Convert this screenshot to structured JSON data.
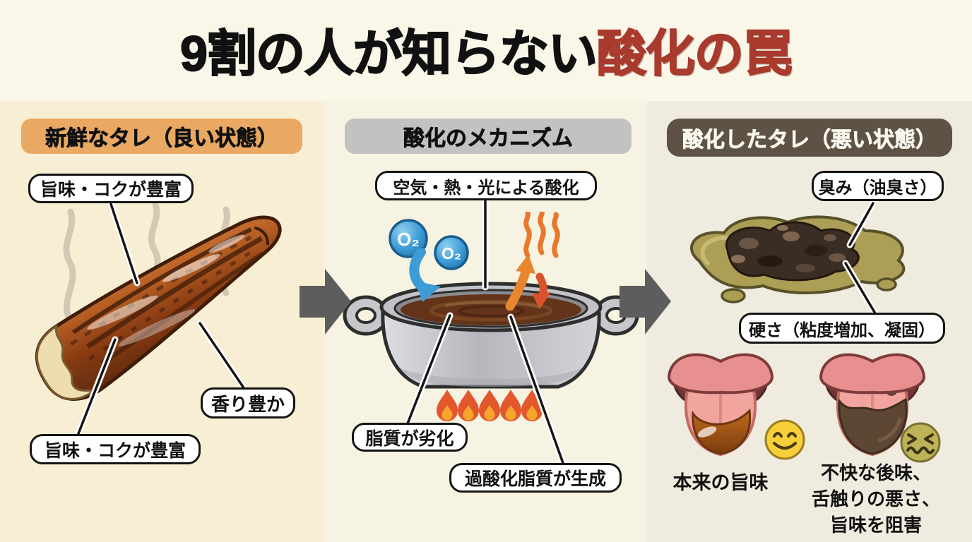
{
  "title": {
    "prefix_black": "9割の人が知らない",
    "highlight_red": "酸化の罠"
  },
  "colors": {
    "poster-bg": "#faf6e8",
    "panel-fresh-bg": "#f8eed3",
    "panel-mech-bg": "#f7f3e2",
    "panel-oxidized-bg": "#efebde",
    "title-red": "#a93a2e",
    "header-fresh-bg": "#e9a963",
    "header-mech-bg": "#c2c2c0",
    "header-oxidized-bg": "#5e5244",
    "arrow-gray": "#5d5d5d",
    "o2-blue": "#3d9bd6",
    "flame-orange": "#e2582c",
    "flame-inner": "#f7a42c",
    "heat-orange": "#e8782c"
  },
  "panel_fresh": {
    "header": "新鮮なタレ（良い状態）",
    "callout_umami_top": "旨味・コクが豊富",
    "callout_aroma": "香り豊か",
    "callout_umami_bottom": "旨味・コクが豊富"
  },
  "panel_mechanism": {
    "header": "酸化のメカニズム",
    "callout_cause": "空気・熱・光による酸化",
    "o2_label": "O₂",
    "callout_lipid": "脂質が劣化",
    "callout_peroxide": "過酸化脂質が生成"
  },
  "panel_oxidized": {
    "header": "酸化したタレ（悪い状態）",
    "callout_smell": "臭み（油臭さ）",
    "callout_hardness": "硬さ（粘度増加、凝固）",
    "label_good_taste": "本来の旨味",
    "label_bad_taste_lines": [
      "不快な後味、",
      "舌触りの悪さ、",
      "旨味を阻害"
    ]
  }
}
